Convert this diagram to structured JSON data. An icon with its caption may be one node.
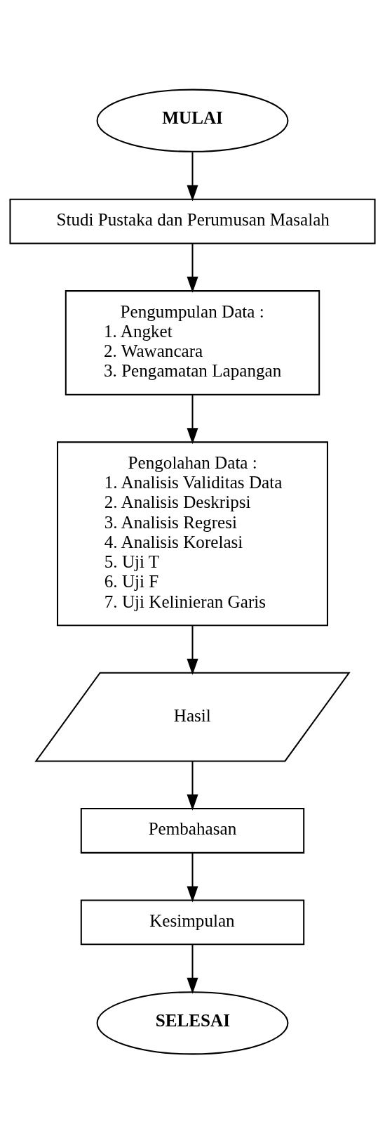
{
  "diagram": {
    "nodes": [
      {
        "text": [
          "MULAI"
        ]
      },
      {
        "text": [
          "Studi Pustaka dan Perumusan Masalah"
        ]
      },
      {
        "text": [
          "Pengumpulan Data :",
          "1. Angket",
          "2. Wawancara",
          "3. Pengamatan Lapangan"
        ]
      },
      {
        "text": [
          "Pengolahan Data :",
          "1. Analisis Validitas Data",
          "2. Analisis Deskripsi",
          "3. Analisis Regresi",
          "4. Analisis Korelasi",
          "5. Uji T",
          "6. Uji F",
          "7. Uji Kelinieran Garis"
        ]
      },
      {
        "text": [
          "Hasil"
        ]
      },
      {
        "text": [
          "Pembahasan"
        ]
      },
      {
        "text": [
          "Kesimpulan"
        ]
      },
      {
        "text": [
          "SELESAI"
        ]
      }
    ],
    "edges": [
      {
        "from": 0,
        "to": 1,
        "arrow": "to"
      },
      {
        "from": 1,
        "to": 2,
        "arrow": "to"
      },
      {
        "from": 2,
        "to": 3,
        "arrow": "to"
      },
      {
        "from": 3,
        "to": 4,
        "arrow": "to"
      },
      {
        "from": 4,
        "to": 5,
        "arrow": "to"
      },
      {
        "from": 5,
        "to": 6,
        "arrow": "to"
      },
      {
        "from": 6,
        "to": 7,
        "arrow": "to"
      }
    ]
  }
}
